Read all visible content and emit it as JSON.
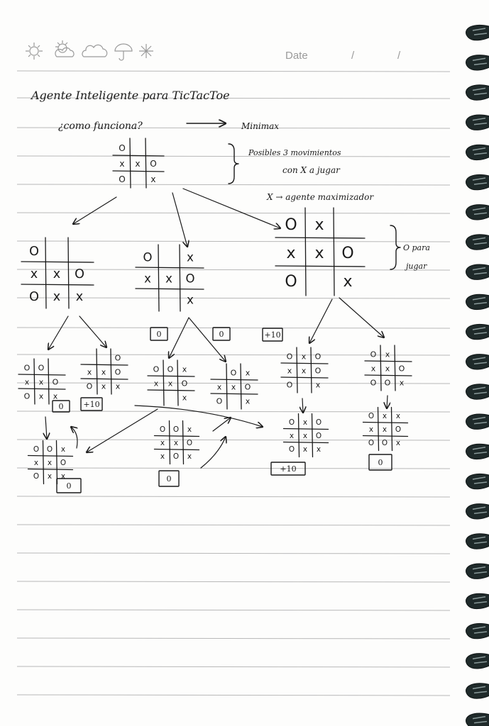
{
  "header": {
    "weather_icons": [
      "sun-icon",
      "sun-cloud-icon",
      "cloud-icon",
      "umbrella-icon",
      "snowflake-icon"
    ],
    "date_label": "Date",
    "date_separators": [
      "/",
      "/"
    ]
  },
  "notes": {
    "title": "Agente Inteligente para TicTacToe",
    "question": "¿como funciona?",
    "answer": "Minimax",
    "brace_note_line1": "Posibles 3 movimientos",
    "brace_note_line2": "con X a jugar",
    "agent_note": "X → agente maximizador",
    "o_note_line1": "O para",
    "o_note_line2": "jugar"
  },
  "tree": {
    "root": [
      [
        "O",
        "",
        ""
      ],
      [
        "x",
        "x",
        "O"
      ],
      [
        "O",
        "",
        "x"
      ]
    ],
    "level1": [
      [
        [
          "O",
          "",
          ""
        ],
        [
          "x",
          "x",
          "O"
        ],
        [
          "O",
          "x",
          "x"
        ]
      ],
      [
        [
          "O",
          "",
          "x"
        ],
        [
          "x",
          "x",
          "O"
        ],
        [
          "",
          "",
          "x"
        ]
      ],
      [
        [
          "O",
          "x",
          ""
        ],
        [
          "x",
          "x",
          "O"
        ],
        [
          "O",
          "",
          "x"
        ]
      ]
    ],
    "level1_scores": [
      "0",
      "0",
      "+10"
    ],
    "level2": [
      [
        [
          "O",
          "O",
          ""
        ],
        [
          "x",
          "x",
          "O"
        ],
        [
          "O",
          "x",
          "x"
        ]
      ],
      [
        [
          "",
          "",
          "O"
        ],
        [
          "x",
          "x",
          "O"
        ],
        [
          "O",
          "x",
          "x"
        ]
      ],
      [
        [
          "O",
          "O",
          "x"
        ],
        [
          "x",
          "x",
          "O"
        ],
        [
          "",
          "",
          "x"
        ]
      ],
      [
        [
          "",
          "O",
          "x"
        ],
        [
          "x",
          "x",
          "O"
        ],
        [
          "O",
          "",
          "x"
        ]
      ],
      [
        [
          "O",
          "x",
          "O"
        ],
        [
          "x",
          "x",
          "O"
        ],
        [
          "O",
          "",
          "x"
        ]
      ],
      [
        [
          "O",
          "x",
          ""
        ],
        [
          "x",
          "x",
          "O"
        ],
        [
          "O",
          "O",
          "x"
        ]
      ]
    ],
    "level2_scores": [
      "0",
      "+10",
      "",
      "",
      "",
      ""
    ],
    "level3": [
      [
        [
          "O",
          "O",
          "x"
        ],
        [
          "x",
          "x",
          "O"
        ],
        [
          "O",
          "x",
          "x"
        ]
      ],
      [
        [
          "O",
          "O",
          "x"
        ],
        [
          "x",
          "x",
          "O"
        ],
        [
          "x",
          "O",
          "x"
        ]
      ],
      [
        [
          "O",
          "x",
          "O"
        ],
        [
          "x",
          "x",
          "O"
        ],
        [
          "O",
          "x",
          "x"
        ]
      ],
      [
        [
          "O",
          "x",
          "x"
        ],
        [
          "x",
          "x",
          "O"
        ],
        [
          "O",
          "O",
          "x"
        ]
      ]
    ],
    "level3_scores": [
      "0",
      "0",
      "+10",
      "0"
    ]
  }
}
